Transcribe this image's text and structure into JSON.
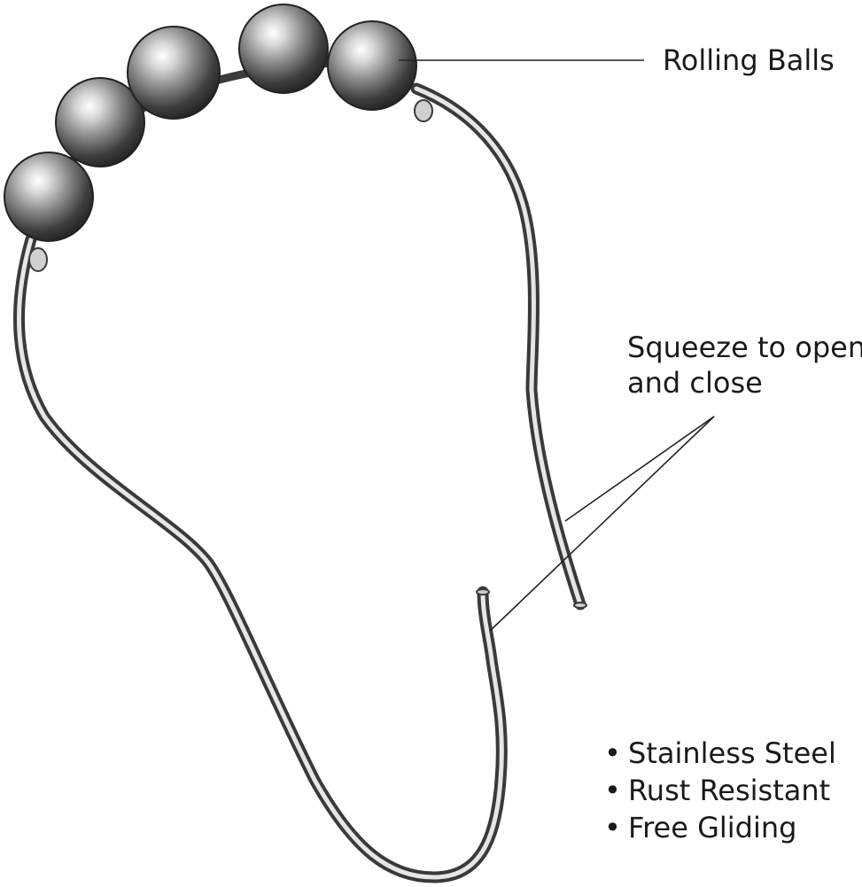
{
  "callouts": {
    "rolling_balls": "Rolling Balls",
    "squeeze_line1": "Squeeze to open",
    "squeeze_line2": "and close"
  },
  "features": [
    {
      "bullet": "•",
      "text": "Stainless Steel"
    },
    {
      "bullet": "•",
      "text": "Rust Resistant"
    },
    {
      "bullet": "•",
      "text": "Free Gliding"
    }
  ],
  "colors": {
    "background": "#ffffff",
    "text": "#1a1a1a",
    "leader_lines": "#222222",
    "metal_dark": "#3a3a3a",
    "metal_light": "#e6e6e6"
  },
  "icons": {
    "hook": "shower-curtain-hook-icon",
    "balls": "roller-ball-icon"
  }
}
